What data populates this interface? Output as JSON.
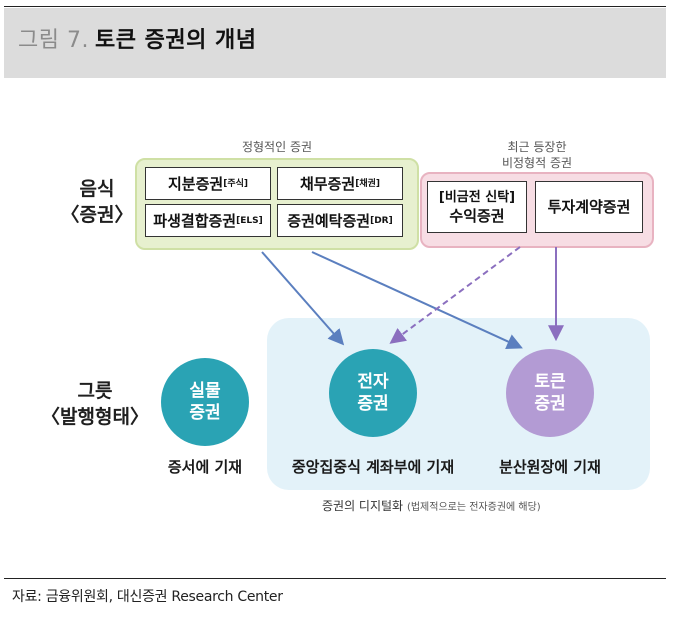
{
  "header": {
    "fig_num": "그림 7.",
    "fig_text": "토큰 증권의 개념"
  },
  "labels": {
    "typical": "정형적인 증권",
    "emerging_line1": "최근 등장한",
    "emerging_line2": "비정형적 증권",
    "row1_line1": "음식",
    "row1_line2": "〈증권〉",
    "row2_line1": "그릇",
    "row2_line2": "〈발행형태〉"
  },
  "typical_securities": [
    {
      "main": "지분증권",
      "sub": "[주식]"
    },
    {
      "main": "채무증권",
      "sub": "[채권]"
    },
    {
      "main": "파생결합증권",
      "sub": "[ELS]"
    },
    {
      "main": "증권예탁증권",
      "sub": "[DR]"
    }
  ],
  "emerging_securities": [
    {
      "line1": "[비금전 신탁]",
      "line2": "수익증권"
    },
    {
      "line1": "투자계약증권",
      "line2": ""
    }
  ],
  "forms": [
    {
      "line1": "실물",
      "line2": "증권",
      "caption": "증서에 기재"
    },
    {
      "line1": "전자",
      "line2": "증권",
      "caption": "중앙집중식 계좌부에 기재"
    },
    {
      "line1": "토큰",
      "line2": "증권",
      "caption": "분산원장에 기재"
    }
  ],
  "digital_note": {
    "main": "증권의 디지털화",
    "sub": "(법제적으로는 전자증권에 해당)"
  },
  "source": "자료: 금융위원회, 대신증권 Research Center",
  "colors": {
    "teal": "#2aa3b4",
    "purple": "#b39bd4",
    "arrow_blue": "#5b7fbf",
    "arrow_purple": "#8b6fbf"
  }
}
